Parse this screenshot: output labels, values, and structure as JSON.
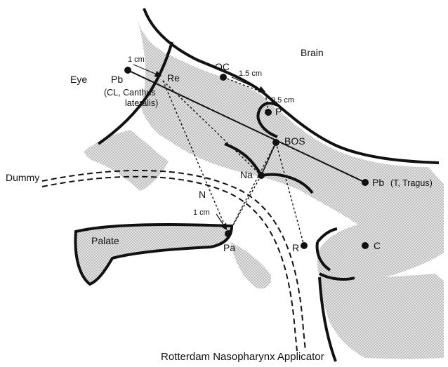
{
  "labels": {
    "eye": "Eye",
    "brain": "Brain",
    "dummy": "Dummy",
    "palate": "Palate",
    "pb_left": "Pb",
    "pb_left_note_1": "(CL, Canthus",
    "pb_left_note_2": "lateralis)",
    "re": "Re",
    "one_cm_top": "1 cm",
    "oc": "OC",
    "one_five_cm": "1.5 cm",
    "zero_five_cm": "0.5 cm",
    "p": "P",
    "bos": "BOS",
    "na": "Na",
    "n": "N",
    "one_cm_bottom": "1 cm",
    "pa": "Pa",
    "r": "R",
    "c": "C",
    "pb_right": "Pb",
    "pb_right_note": "(T, Tragus)"
  },
  "caption": "Rotterdam Nasopharynx Applicator"
}
